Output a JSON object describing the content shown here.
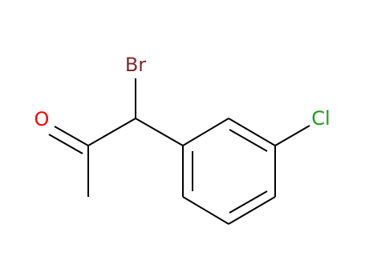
{
  "molecule": {
    "atoms": [
      {
        "id": "br",
        "label": "Br",
        "color": "#7f2b2b"
      },
      {
        "id": "o",
        "label": "O",
        "color": "#ff0000"
      },
      {
        "id": "cl",
        "label": "Cl",
        "color": "#1f9b1f"
      }
    ],
    "bond_color": "#000000"
  }
}
